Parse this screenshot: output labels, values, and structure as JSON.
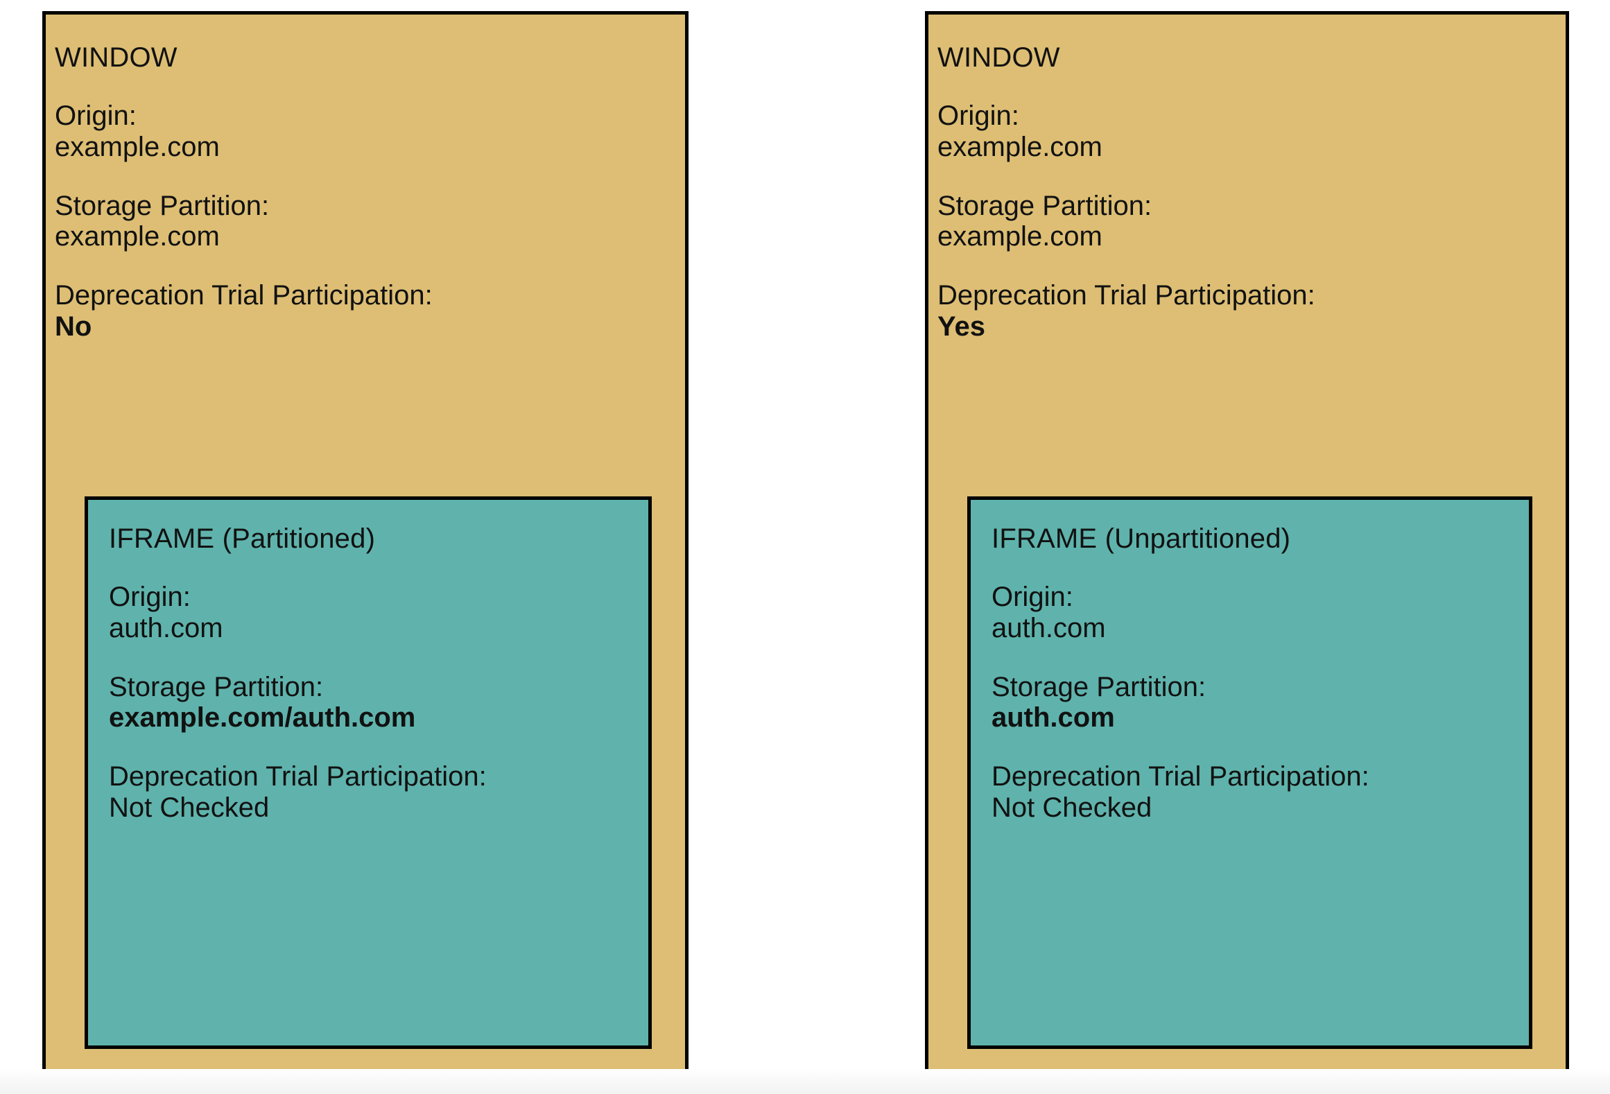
{
  "diagram": {
    "title_hidden": "Storage partitioning and deprecation trial participation",
    "colors": {
      "window_fill": "#ddbe74",
      "iframe_fill": "#5fb3ac",
      "border": "#000000",
      "text": "#111111",
      "page_background": "#ffffff"
    },
    "labels": {
      "origin": "Origin:",
      "storage_partition": "Storage Partition:",
      "deprecation_trial": "Deprecation Trial Participation:"
    },
    "panels": [
      {
        "name": "left-panel",
        "window": {
          "title": "WINDOW",
          "origin_label": "Origin:",
          "origin_value": "example.com",
          "storage_partition_label": "Storage Partition:",
          "storage_partition_value": "example.com",
          "deprecation_trial_label": "Deprecation Trial Participation:",
          "deprecation_trial_value": "No",
          "deprecation_trial_value_bold": true
        },
        "iframe": {
          "title": "IFRAME (Partitioned)",
          "origin_label": "Origin:",
          "origin_value": "auth.com",
          "storage_partition_label": "Storage Partition:",
          "storage_partition_value": "example.com/auth.com",
          "storage_partition_value_bold": true,
          "deprecation_trial_label": "Deprecation Trial Participation:",
          "deprecation_trial_value": "Not Checked",
          "deprecation_trial_value_bold": false
        }
      },
      {
        "name": "right-panel",
        "window": {
          "title": "WINDOW",
          "origin_label": "Origin:",
          "origin_value": "example.com",
          "storage_partition_label": "Storage Partition:",
          "storage_partition_value": "example.com",
          "deprecation_trial_label": "Deprecation Trial Participation:",
          "deprecation_trial_value": "Yes",
          "deprecation_trial_value_bold": true
        },
        "iframe": {
          "title": "IFRAME (Unpartitioned)",
          "origin_label": "Origin:",
          "origin_value": "auth.com",
          "storage_partition_label": "Storage Partition:",
          "storage_partition_value": "auth.com",
          "storage_partition_value_bold": true,
          "deprecation_trial_label": "Deprecation Trial Participation:",
          "deprecation_trial_value": "Not Checked",
          "deprecation_trial_value_bold": false
        }
      }
    ]
  }
}
